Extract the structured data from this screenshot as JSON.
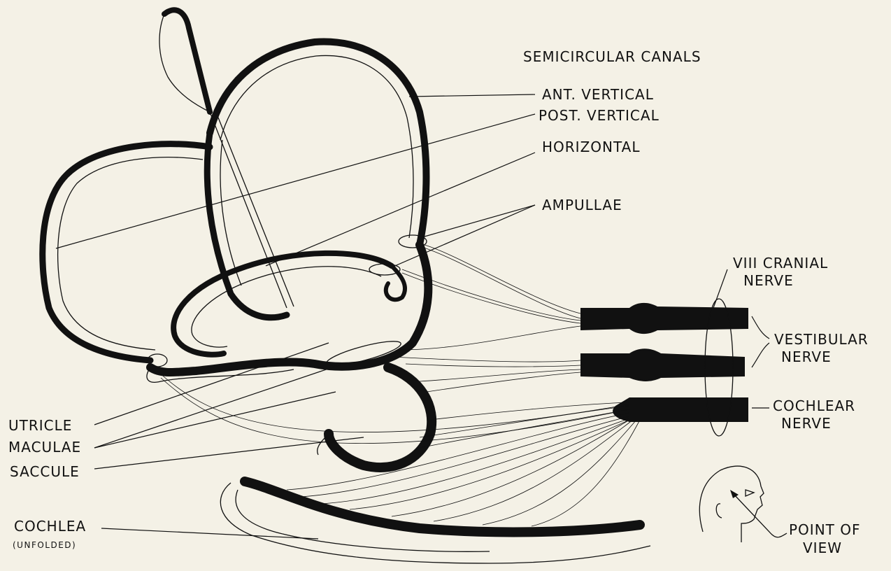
{
  "heading": "SEMICIRCULAR CANALS",
  "labels": {
    "ant_vertical": "ANT. VERTICAL",
    "post_vertical": "POST. VERTICAL",
    "horizontal": "HORIZONTAL",
    "ampullae": "AMPULLAE",
    "viii_cranial_line1": "VIII CRANIAL",
    "viii_cranial_line2": "NERVE",
    "vestibular_line1": "VESTIBULAR",
    "vestibular_line2": "NERVE",
    "cochlear_line1": "COCHLEAR",
    "cochlear_line2": "NERVE",
    "utricle": "UTRICLE",
    "maculae": "MACULAE",
    "saccule": "SACCULE",
    "cochlea": "COCHLEA",
    "cochlea_note": "(UNFOLDED)",
    "point_of_view_line1": "POINT OF",
    "point_of_view_line2": "VIEW"
  },
  "colors": {
    "ink": "#111111",
    "paper": "#f4f1e6"
  }
}
